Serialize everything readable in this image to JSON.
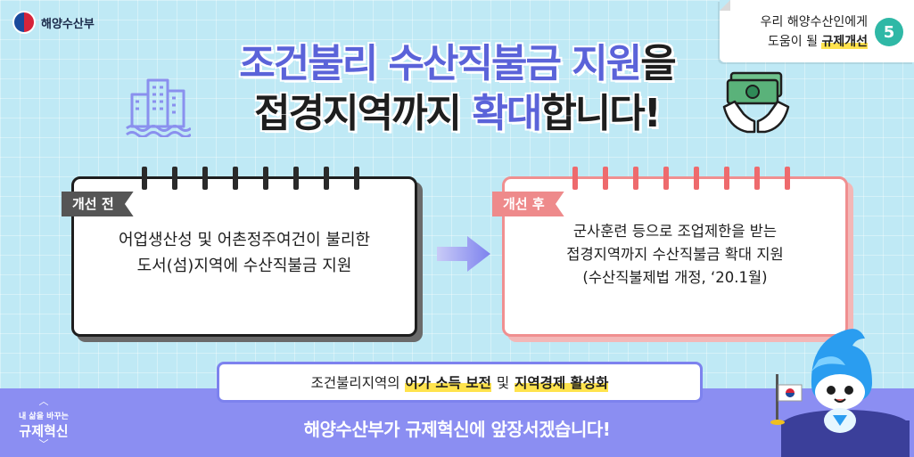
{
  "header": {
    "org_name": "해양수산부",
    "badge_line1": "우리 해양수산인에게",
    "badge_line2_prefix": "도움이 될 ",
    "badge_line2_highlight": "규제개선",
    "badge_number": "5"
  },
  "title": {
    "line1_accent": "조건불리 수산직불금 지원",
    "line1_rest": "을",
    "line2_start": "접경지역까지 ",
    "line2_accent": "확대",
    "line2_end": "합니다!"
  },
  "before": {
    "tag": "개선 전",
    "line1": "어업생산성 및 어촌정주여건이 불리한",
    "line2": "도서(섬)지역에 수산직불금 지원"
  },
  "after": {
    "tag": "개선 후",
    "line1": "군사훈련 등으로 조업제한을 받는",
    "line2": "접경지역까지 수산직불금 확대 지원",
    "line3": "(수산직불제법 개정, ‘20.1월)"
  },
  "summary": {
    "prefix": "조건불리지역의 ",
    "highlight1": "어가 소득 보전",
    "middle": " 및 ",
    "highlight2": "지역경제 활성화"
  },
  "footer": {
    "text": "해양수산부가 규제혁신에 앞장서겠습니다!",
    "logo_top": "내 삶을 바꾸는",
    "logo_main": "규제혁신"
  },
  "colors": {
    "background": "#bfe9f5",
    "accent": "#5b63d9",
    "band": "#8b8ef2",
    "after_border": "#f08f90",
    "badge_number": "#2fb8a6"
  }
}
